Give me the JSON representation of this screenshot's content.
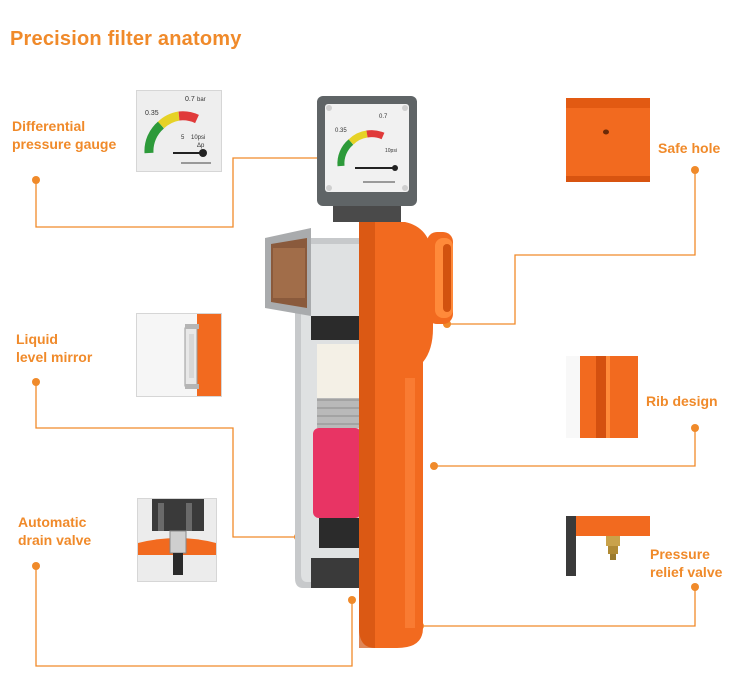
{
  "page": {
    "title": "Precision filter anatomy",
    "accent_color": "#f08a2a",
    "body_color": "#f26a1f"
  },
  "parts": [
    {
      "id": "differential-pressure-gauge",
      "lines": [
        "Differential",
        "pressure gauge"
      ]
    },
    {
      "id": "safe-hole",
      "lines": [
        "Safe hole"
      ]
    },
    {
      "id": "liquid-level-mirror",
      "lines": [
        "Liquid",
        "level mirror"
      ]
    },
    {
      "id": "rib-design",
      "lines": [
        "Rib design"
      ]
    },
    {
      "id": "automatic-drain-valve",
      "lines": [
        "Automatic",
        "drain valve"
      ]
    },
    {
      "id": "pressure-relief-valve",
      "lines": [
        "Pressure",
        "relief valve"
      ]
    }
  ],
  "gauge": {
    "scale_low": "0.35",
    "scale_high": "0.7",
    "unit_low": "bar",
    "unit_high": "10psi",
    "delta_label": "Δp",
    "small_value": "5"
  }
}
